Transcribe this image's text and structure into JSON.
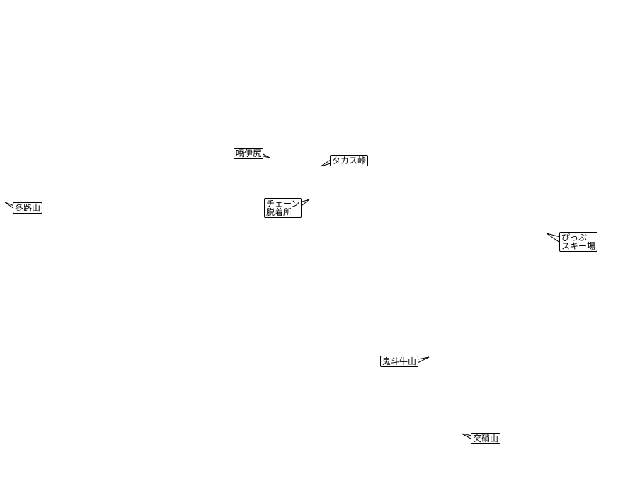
{
  "map": {
    "background": "#ffffff",
    "callout_border_color": "#000000",
    "labels": [
      {
        "id": "kiirijiri",
        "lines": [
          "嘺伊尻"
        ]
      },
      {
        "id": "takasu-toge",
        "lines": [
          "タカス峠"
        ]
      },
      {
        "id": "tojiyama",
        "lines": [
          "冬路山"
        ]
      },
      {
        "id": "chain-station",
        "lines": [
          "チェーン",
          "脱着所"
        ]
      },
      {
        "id": "pippu-ski",
        "lines": [
          "ぴっぷ",
          "スキー場"
        ]
      },
      {
        "id": "kitoushiyama",
        "lines": [
          "鬼斗牛山"
        ]
      },
      {
        "id": "totsushoyama",
        "lines": [
          "突硝山"
        ]
      }
    ]
  }
}
